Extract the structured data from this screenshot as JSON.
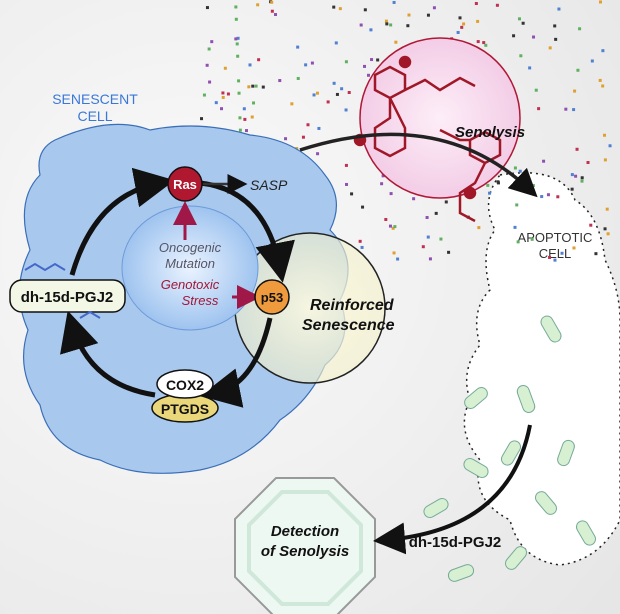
{
  "cell": {
    "line1": "SENESCENT",
    "line2": "CELL"
  },
  "ras": "Ras",
  "sasp": "SASP",
  "oncogenic": {
    "line1": "Oncogenic",
    "line2": "Mutation"
  },
  "genotoxic": {
    "line1": "Genotoxic",
    "line2": "Stress"
  },
  "p53": "p53",
  "reinforced": {
    "line1": "Reinforced",
    "line2": "Senescence"
  },
  "pgj2_left": "dh-15d-PGJ2",
  "cox2": "COX2",
  "ptgds": "PTGDS",
  "senolysis": "Senolysis",
  "apoptotic": {
    "line1": "APOPTOTIC",
    "line2": "CELL"
  },
  "detection": {
    "line1": "Detection",
    "line2": "of Senolysis"
  },
  "pgj2_bottom": "dh-15d-PGJ2",
  "colors": {
    "cell": "#a9c8ee",
    "ras": "#b01830",
    "p53": "#ef9a3c",
    "ptgds": "#ead77a",
    "senolysis": "#f4d7ec",
    "molecule": "#a01828",
    "rods": "#d7f0d2"
  }
}
